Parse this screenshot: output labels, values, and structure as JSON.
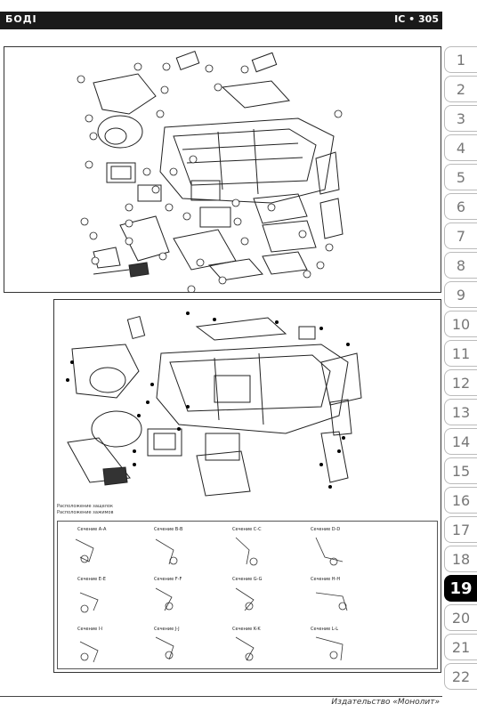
{
  "header": {
    "left": "БОДІ",
    "right": "ІС • 305"
  },
  "tabs": [
    "1",
    "2",
    "3",
    "4",
    "5",
    "6",
    "7",
    "8",
    "9",
    "10",
    "11",
    "12",
    "13",
    "14",
    "15",
    "16",
    "17",
    "18",
    "19",
    "20",
    "21",
    "22"
  ],
  "active_tab": "19",
  "legend": {
    "line1": "Расположение защелок",
    "line2": "Расположение зажимов"
  },
  "sections": [
    "Сечение А-А",
    "Сечение В-В",
    "Сечение С-С",
    "Сечение D-D",
    "Сечение Е-Е",
    "Сечение F-F",
    "Сечение G-G",
    "Сечение H-H",
    "Сечение I-I",
    "Сечение J-J",
    "Сечение K-K",
    "Сечение L-L"
  ],
  "footer": {
    "publisher": "Издательство «Монолит»"
  }
}
